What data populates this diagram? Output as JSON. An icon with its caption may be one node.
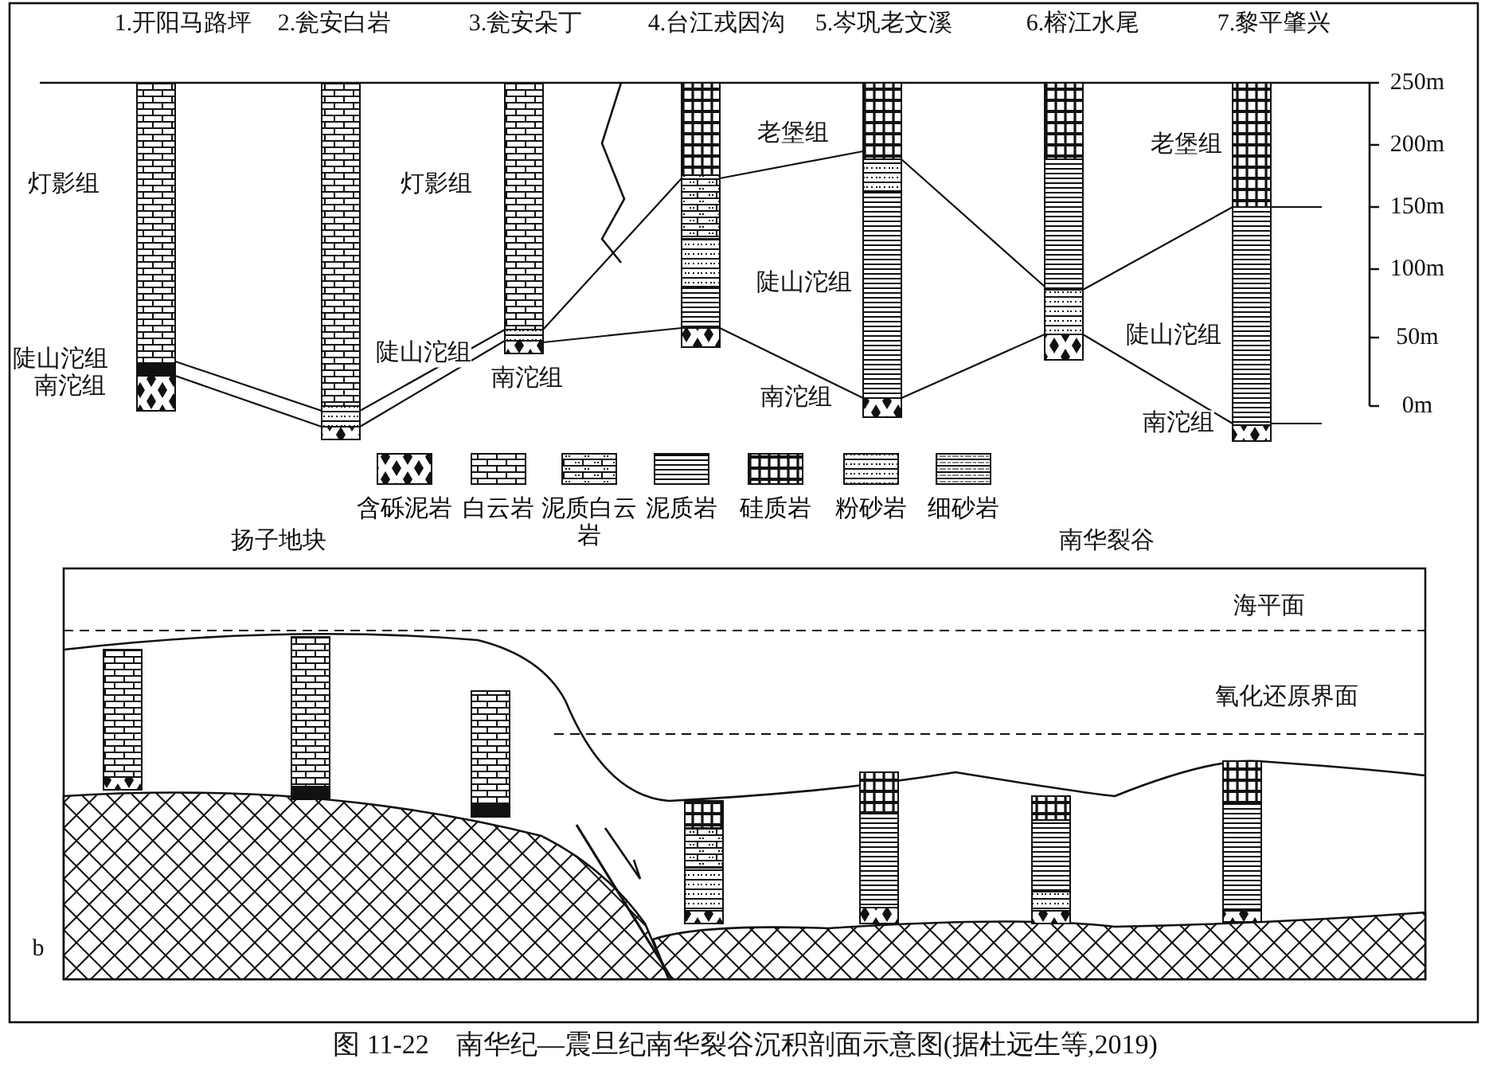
{
  "diagram": {
    "caption": "图 11-22　南华纪—震旦纪南华裂谷沉积剖面示意图(据杜远生等,2019)",
    "nodes": [
      {
        "text": [],
        "shape": "bar",
        "beside": [
          "1.开阳马路坪"
        ]
      },
      {
        "text": [],
        "shape": "bar",
        "beside": [
          "2.瓮安白岩"
        ]
      },
      {
        "text": [],
        "shape": "bar",
        "beside": [
          "3.瓮安朵丁"
        ]
      },
      {
        "text": [],
        "shape": "bar",
        "beside": [
          "4.台江戎因沟"
        ]
      },
      {
        "text": [],
        "shape": "bar",
        "beside": [
          "5.岑巩老文溪"
        ]
      },
      {
        "text": [],
        "shape": "bar",
        "beside": [
          "6.榕江水尾"
        ]
      },
      {
        "text": [],
        "shape": "bar",
        "beside": [
          "7.黎平肇兴"
        ]
      }
    ],
    "edges": [
      {
        "from": 0,
        "to": 1,
        "arrow": "none"
      },
      {
        "from": 0,
        "to": 1,
        "arrow": "none"
      },
      {
        "from": 1,
        "to": 2,
        "arrow": "none"
      },
      {
        "from": 1,
        "to": 2,
        "arrow": "none"
      },
      {
        "from": 2,
        "to": 3,
        "arrow": "none"
      },
      {
        "from": 2,
        "to": 3,
        "arrow": "none"
      },
      {
        "from": 3,
        "to": 4,
        "arrow": "none"
      },
      {
        "from": 3,
        "to": 4,
        "arrow": "none"
      },
      {
        "from": 4,
        "to": 5,
        "arrow": "none"
      },
      {
        "from": 4,
        "to": 5,
        "arrow": "none"
      },
      {
        "from": 5,
        "to": 6,
        "arrow": "none"
      },
      {
        "from": 5,
        "to": 6,
        "arrow": "none"
      },
      {
        "from": 6,
        "to": null,
        "arrow": "none"
      },
      {
        "from": 6,
        "to": null,
        "arrow": "none"
      }
    ],
    "labels": [
      "250m",
      "200m",
      "150m",
      "100m",
      "50m",
      "0m",
      "灯影组",
      "陡山沱组",
      "南沱组",
      "灯影组",
      "陡山沱组",
      "南沱组",
      "老堡组",
      "陡山沱组",
      "南沱组",
      "老堡组",
      "陡山沱组",
      "南沱组",
      "扬子地块",
      "南华裂谷",
      "海平面",
      "氧化还原界面",
      "b"
    ],
    "legend": [
      {
        "text": "含砾泥岩"
      },
      {
        "text": "白云岩"
      },
      {
        "text": "泥质白云岩"
      },
      {
        "text": "泥质岩"
      },
      {
        "text": "硅质岩"
      },
      {
        "text": "粉砂岩"
      },
      {
        "text": "细砂岩"
      }
    ]
  }
}
